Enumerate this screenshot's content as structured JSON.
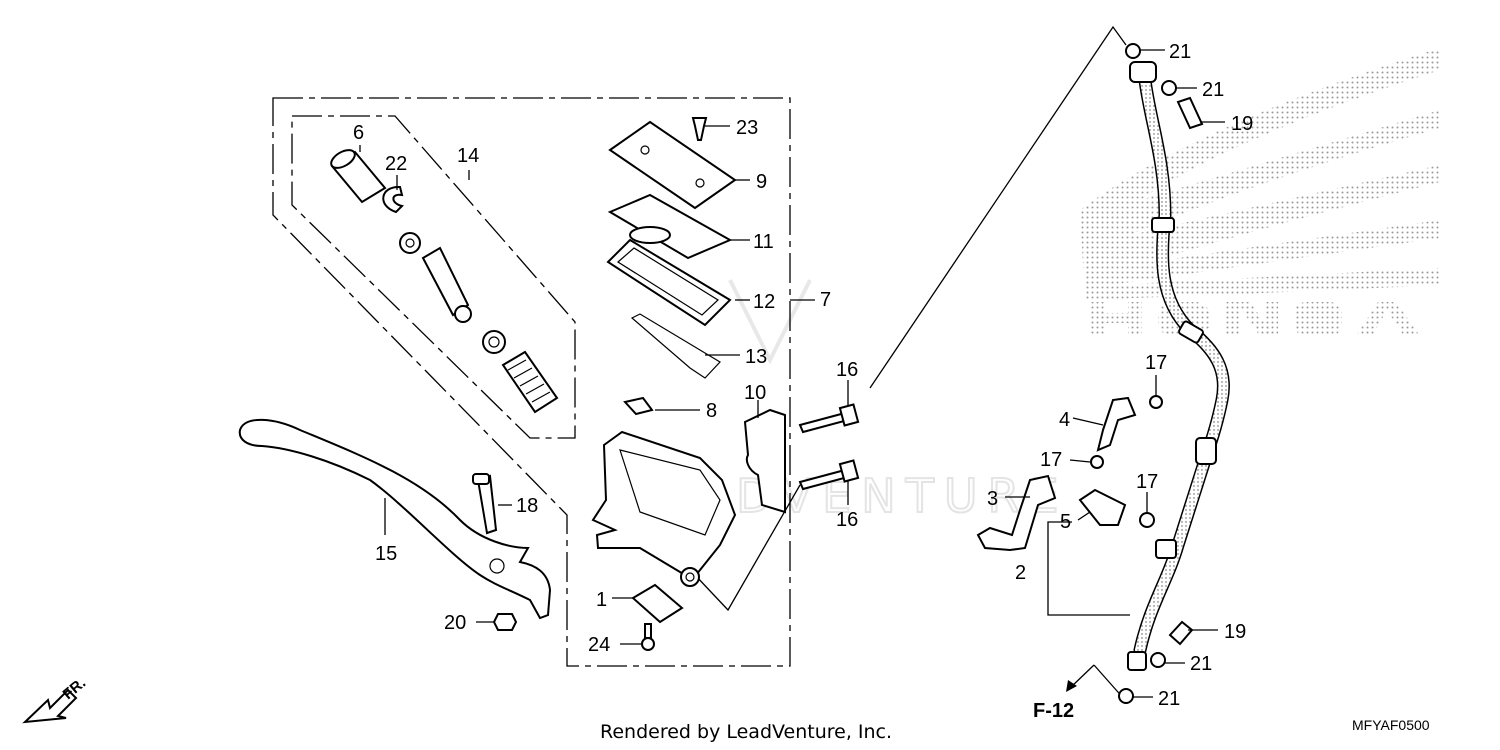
{
  "diagram": {
    "footer": "Rendered by LeadVenture, Inc.",
    "diagram_code": "MFYAF0500",
    "reference": "F-12",
    "direction_label": "FR.",
    "watermark": "LEADVENTURE",
    "brand_logo": "HONDA",
    "callouts": {
      "p1": "1",
      "p2": "2",
      "p3": "3",
      "p4": "4",
      "p5": "5",
      "p6": "6",
      "p7": "7",
      "p8": "8",
      "p9": "9",
      "p10": "10",
      "p11": "11",
      "p12": "12",
      "p13": "13",
      "p14": "14",
      "p15": "15",
      "p16a": "16",
      "p16b": "16",
      "p17a": "17",
      "p17b": "17",
      "p17c": "17",
      "p18": "18",
      "p19a": "19",
      "p19b": "19",
      "p20": "20",
      "p21a": "21",
      "p21b": "21",
      "p21c": "21",
      "p21d": "21",
      "p22": "22",
      "p23": "23",
      "p24": "24"
    }
  }
}
